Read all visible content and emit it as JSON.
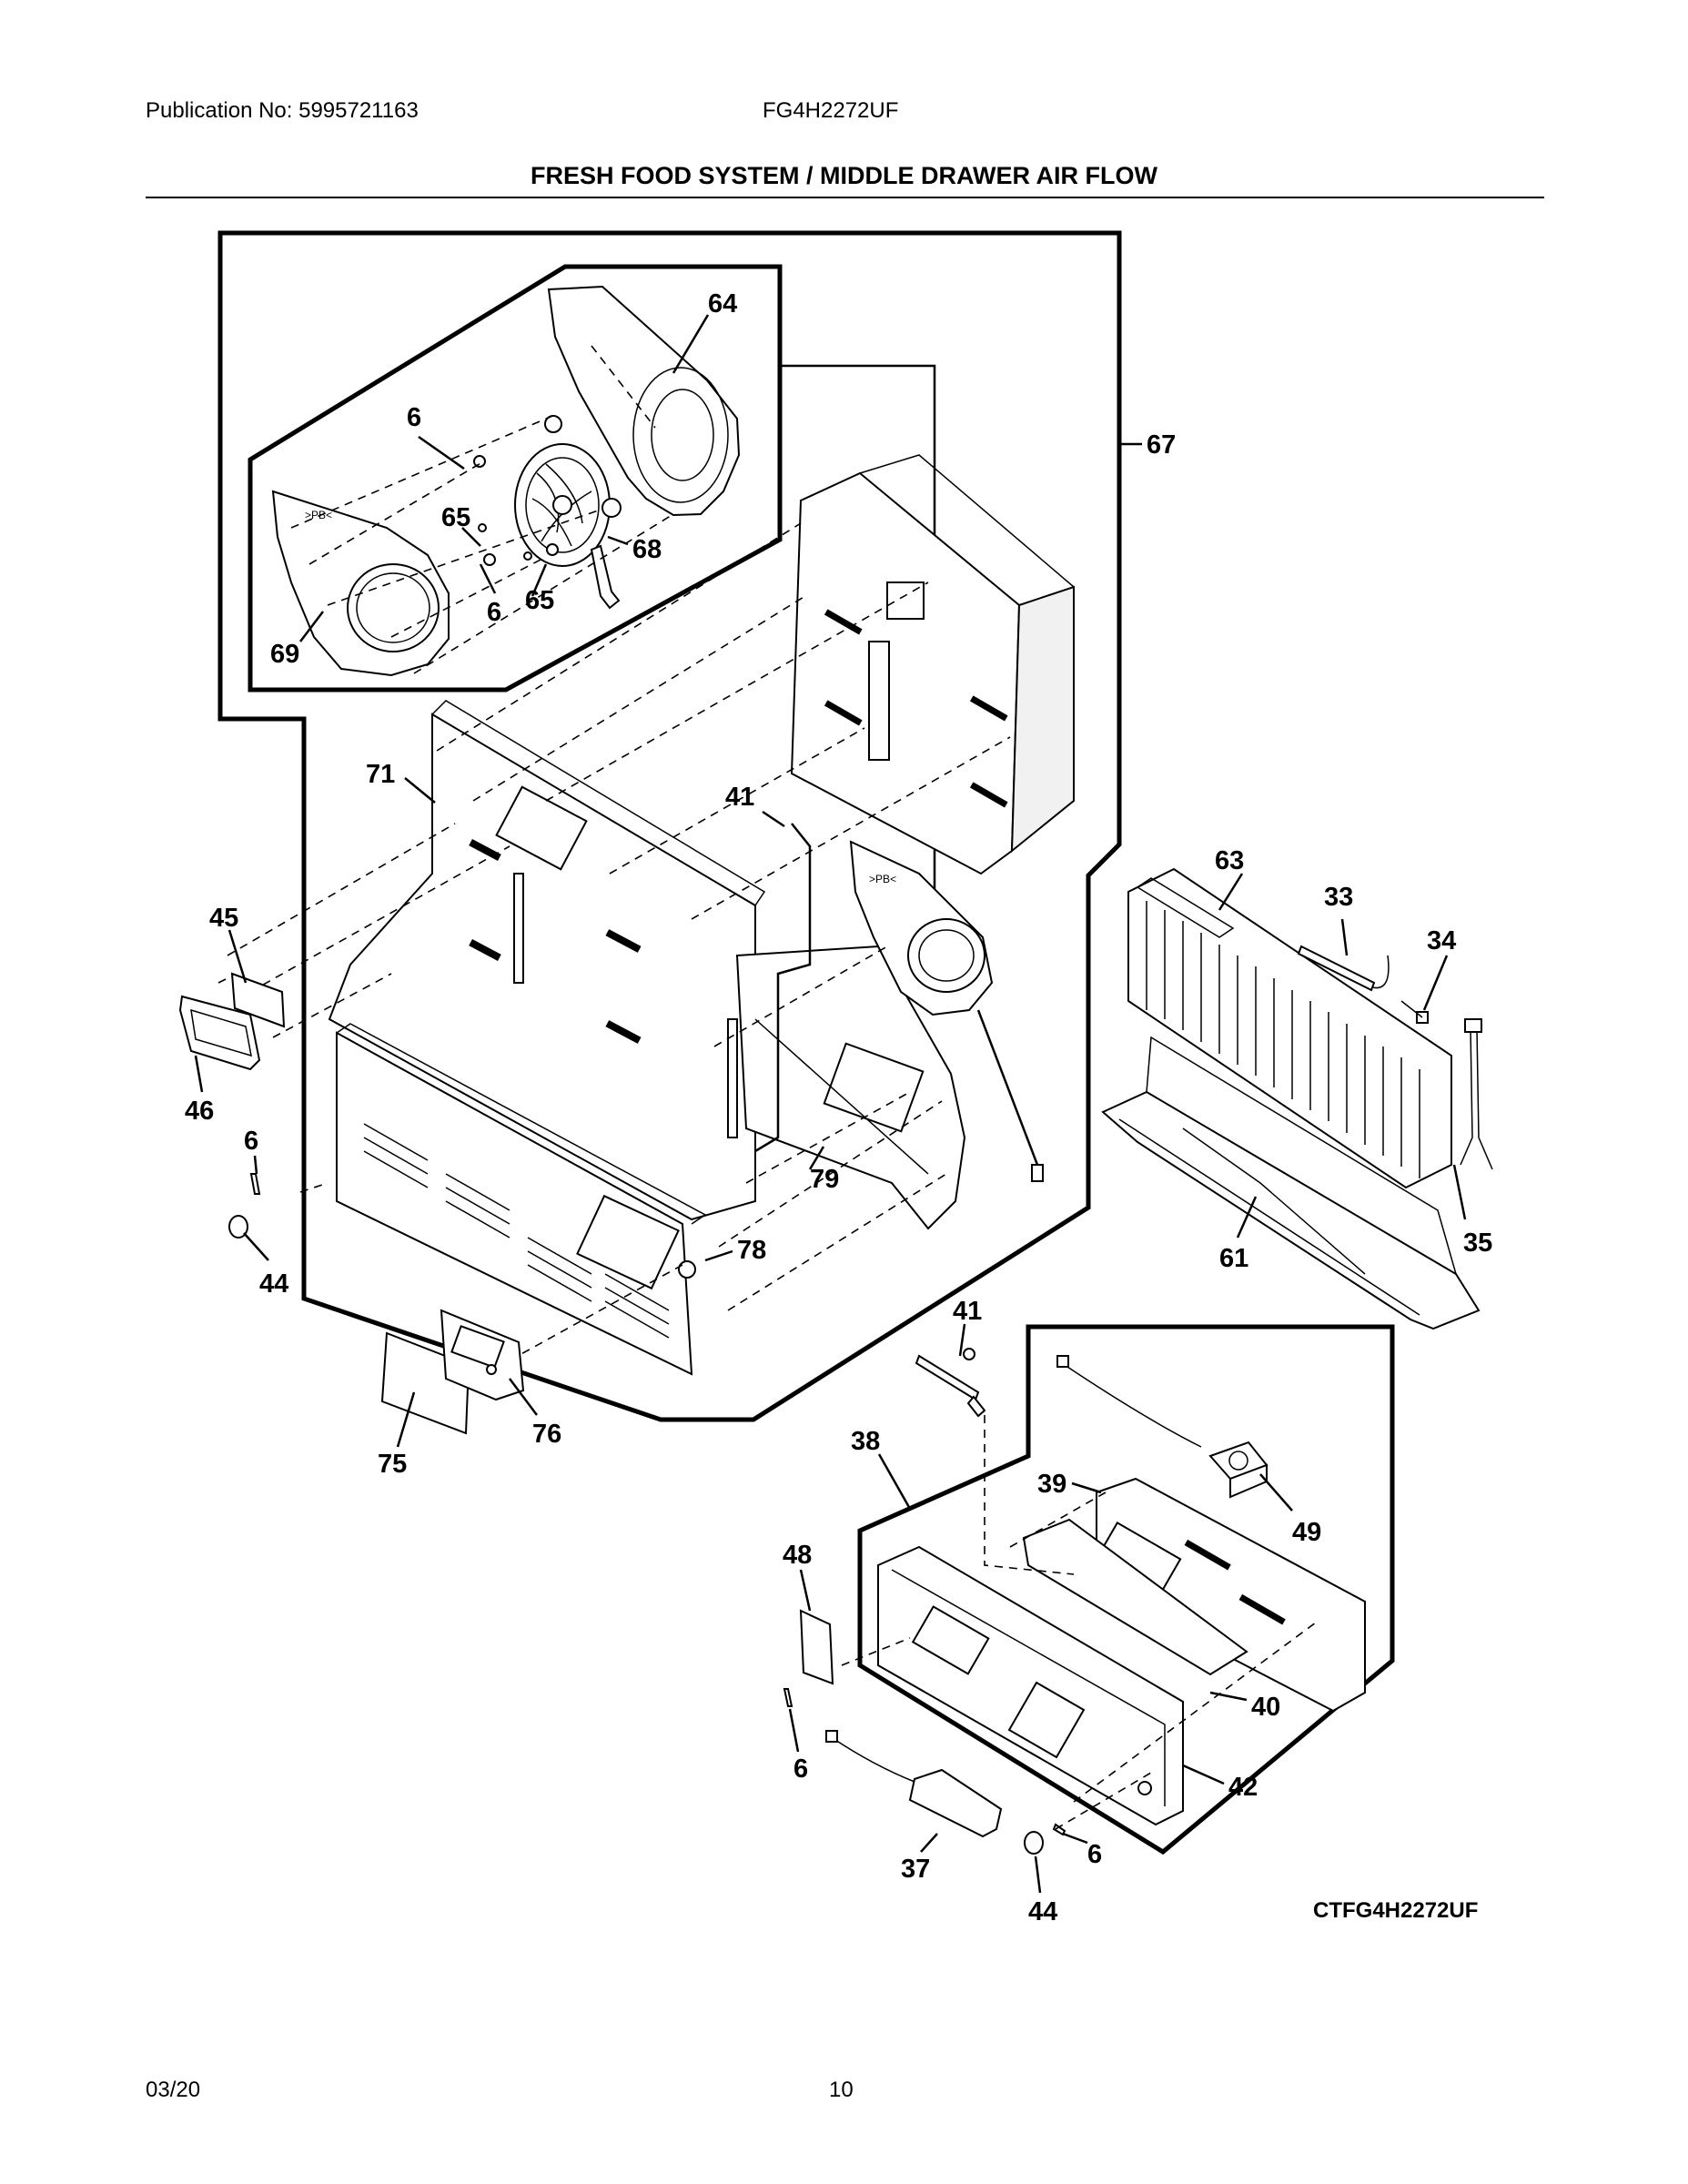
{
  "header": {
    "publication": "Publication No: 5995721163",
    "model": "FG4H2272UF",
    "title": "FRESH FOOD SYSTEM / MIDDLE DRAWER AIR FLOW"
  },
  "diagram": {
    "code": "CTFG4H2272UF",
    "callouts": {
      "c64": "64",
      "c67": "67",
      "c6_a": "6",
      "c65_a": "65",
      "c68": "68",
      "c6_b": "6",
      "c65_b": "65",
      "c69": "69",
      "c71": "71",
      "c41_a": "41",
      "c45": "45",
      "c46": "46",
      "c6_c": "6",
      "c44_a": "44",
      "c79": "79",
      "c78": "78",
      "c75": "75",
      "c76": "76",
      "c63": "63",
      "c33": "33",
      "c34": "34",
      "c35": "35",
      "c61": "61",
      "c41_b": "41",
      "c38": "38",
      "c39": "39",
      "c49": "49",
      "c48": "48",
      "c40": "40",
      "c42": "42",
      "c6_d": "6",
      "c37": "37",
      "c6_e": "6",
      "c44_b": "44"
    }
  },
  "footer": {
    "date": "03/20",
    "page": "10"
  }
}
